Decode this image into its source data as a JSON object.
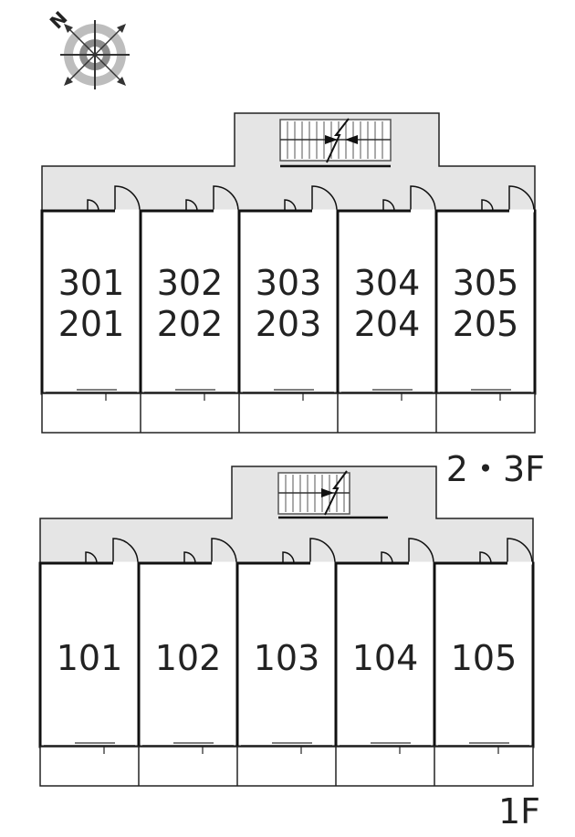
{
  "compass": {
    "icon": "compass-icon",
    "north_letter": "N"
  },
  "upper_block": {
    "floor_label": "2・3F",
    "units": [
      {
        "upper": "301",
        "lower": "201"
      },
      {
        "upper": "302",
        "lower": "202"
      },
      {
        "upper": "303",
        "lower": "203"
      },
      {
        "upper": "304",
        "lower": "204"
      },
      {
        "upper": "305",
        "lower": "205"
      }
    ]
  },
  "lower_block": {
    "floor_label": "1F",
    "units": [
      {
        "number": "101"
      },
      {
        "number": "102"
      },
      {
        "number": "103"
      },
      {
        "number": "104"
      },
      {
        "number": "105"
      }
    ]
  },
  "colors": {
    "corridor": "#e5e5e5",
    "wall": "#111111",
    "text": "#222222",
    "background": "#ffffff"
  }
}
